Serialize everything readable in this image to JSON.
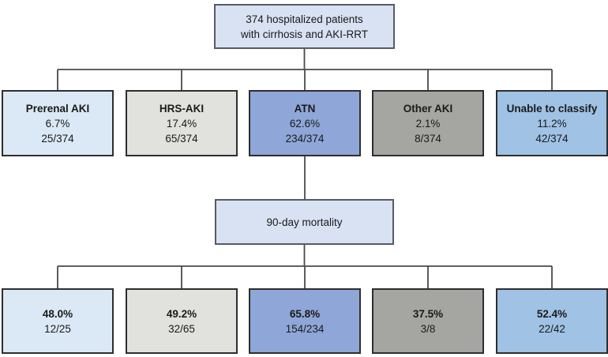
{
  "figure": {
    "root": {
      "line1": "374 hospitalized patients",
      "line2": "with cirrhosis and AKI-RRT"
    },
    "mortality_label": "90-day mortality",
    "colors": {
      "root_fill": "#d9e2f3",
      "mortality_node_fill": "#d9e2f3",
      "box_border": "#2e2e2e",
      "connector_line": "#4a4a4a"
    },
    "categories": [
      {
        "name": "Prerenal AKI",
        "percent": "6.7%",
        "fraction": "25/374",
        "fill": "#dbe8f5",
        "mortality_percent": "48.0%",
        "mortality_fraction": "12/25"
      },
      {
        "name": "HRS-AKI",
        "percent": "17.4%",
        "fraction": "65/374",
        "fill": "#e1e1de",
        "mortality_percent": "49.2%",
        "mortality_fraction": "32/65"
      },
      {
        "name": "ATN",
        "percent": "62.6%",
        "fraction": "234/374",
        "fill": "#8ea6d8",
        "mortality_percent": "65.8%",
        "mortality_fraction": "154/234"
      },
      {
        "name": "Other AKI",
        "percent": "2.1%",
        "fraction": "8/374",
        "fill": "#a5a5a2",
        "mortality_percent": "37.5%",
        "mortality_fraction": "3/8"
      },
      {
        "name": "Unable to classify",
        "percent": "11.2%",
        "fraction": "42/374",
        "fill": "#9fc2e5",
        "mortality_percent": "52.4%",
        "mortality_fraction": "22/42"
      }
    ]
  }
}
